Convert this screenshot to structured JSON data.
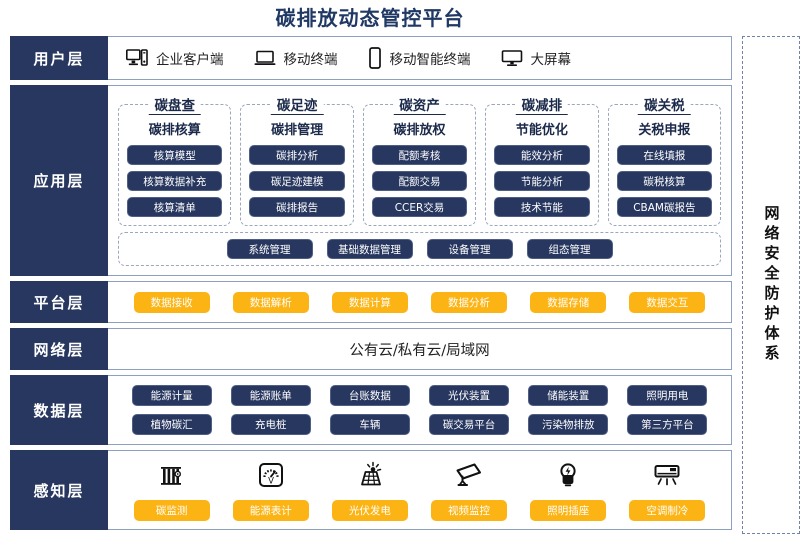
{
  "title": "碳排放动态管控平台",
  "security_panel": {
    "label": "网络安全防护体系"
  },
  "layers": {
    "user": {
      "label": "用户层",
      "items": [
        {
          "icon": "desktop-tower-icon",
          "label": "企业客户端"
        },
        {
          "icon": "laptop-icon",
          "label": "移动终端"
        },
        {
          "icon": "smartphone-icon",
          "label": "移动智能终端"
        },
        {
          "icon": "large-screen-icon",
          "label": "大屏幕"
        }
      ]
    },
    "application": {
      "label": "应用层",
      "categories": [
        {
          "title": "碳盘查",
          "subtitle": "碳排核算",
          "items": [
            "核算模型",
            "核算数据补充",
            "核算清单"
          ]
        },
        {
          "title": "碳足迹",
          "subtitle": "碳排管理",
          "items": [
            "碳排分析",
            "碳足迹建模",
            "碳排报告"
          ]
        },
        {
          "title": "碳资产",
          "subtitle": "碳排放权",
          "items": [
            "配额考核",
            "配额交易",
            "CCER交易"
          ]
        },
        {
          "title": "碳减排",
          "subtitle": "节能优化",
          "items": [
            "能效分析",
            "节能分析",
            "技术节能"
          ]
        },
        {
          "title": "碳关税",
          "subtitle": "关税申报",
          "items": [
            "在线填报",
            "碳税核算",
            "CBAM碳报告"
          ]
        }
      ],
      "management": [
        "系统管理",
        "基础数据管理",
        "设备管理",
        "组态管理"
      ]
    },
    "platform": {
      "label": "平台层",
      "items": [
        "数据接收",
        "数据解析",
        "数据计算",
        "数据分析",
        "数据存储",
        "数据交互"
      ]
    },
    "network": {
      "label": "网络层",
      "text": "公有云/私有云/局域网"
    },
    "data": {
      "label": "数据层",
      "row1": [
        "能源计量",
        "能源账单",
        "台账数据",
        "光伏装置",
        "储能装置",
        "照明用电"
      ],
      "row2": [
        "植物碳汇",
        "充电桩",
        "车辆",
        "碳交易平台",
        "污染物排放",
        "第三方平台"
      ]
    },
    "sense": {
      "label": "感知层",
      "items": [
        {
          "icon": "carbon-sensor-icon",
          "label": "碳监测"
        },
        {
          "icon": "energy-meter-icon",
          "label": "能源表计"
        },
        {
          "icon": "solar-panel-icon",
          "label": "光伏发电"
        },
        {
          "icon": "cctv-camera-icon",
          "label": "视频监控"
        },
        {
          "icon": "lightbulb-icon",
          "label": "照明插座"
        },
        {
          "icon": "air-conditioner-icon",
          "label": "空调制冷"
        }
      ]
    }
  },
  "colors": {
    "navy": "#27375f",
    "title_blue": "#1f3864",
    "amber": "#fcb415",
    "border_blue": "#8ea0c0"
  }
}
